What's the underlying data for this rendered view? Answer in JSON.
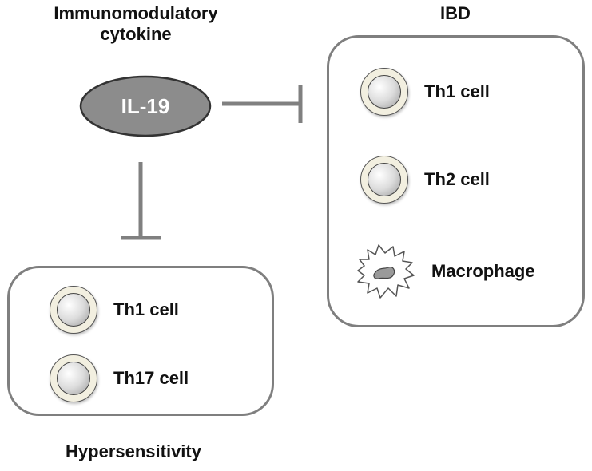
{
  "cytokine_title": [
    "Immunomodulatory",
    "cytokine"
  ],
  "il19_label": "IL-19",
  "ibd": {
    "title": "IBD",
    "cells": [
      "Th1 cell",
      "Th2 cell",
      "Macrophage"
    ]
  },
  "hypersensitivity": {
    "title": "Hypersensitivity",
    "cells": [
      "Th1 cell",
      "Th17 cell"
    ]
  },
  "colors": {
    "il19_fill": "#8c8c8c",
    "inhibition_line": "#808080",
    "box_border": "#7f7f7f",
    "cell_cytoplasm": "#f2efe0"
  }
}
